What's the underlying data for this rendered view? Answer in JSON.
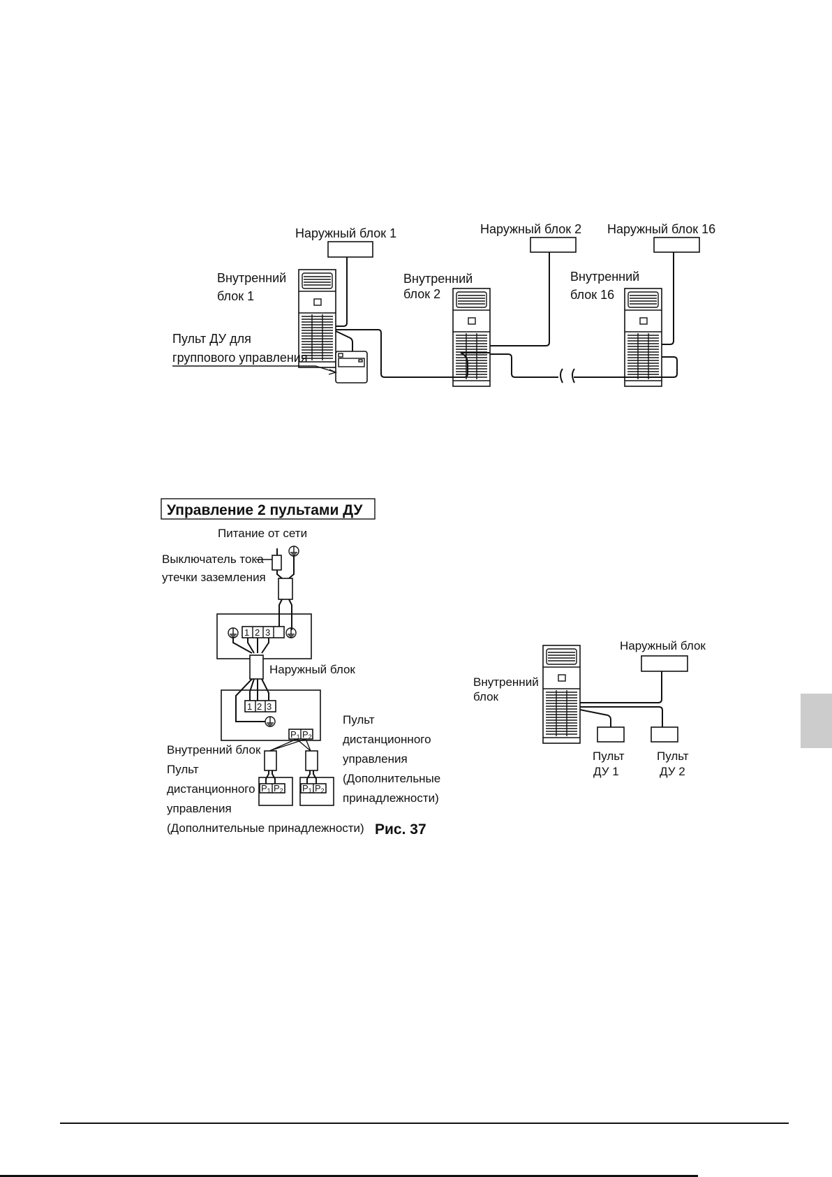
{
  "diagram_top": {
    "outdoor_labels": [
      "Наружный блок 1",
      "Наружный блок 2",
      "Наружный блок 16"
    ],
    "indoor_labels": [
      [
        "Внутренний",
        "блок 1"
      ],
      [
        "Внутренний",
        "блок 2"
      ],
      [
        "Внутренний",
        "блок 16"
      ]
    ],
    "group_remote_label": [
      "Пульт ДУ для",
      "группового управления"
    ]
  },
  "section": {
    "title": "Управление 2 пультами ДУ"
  },
  "diagram_wiring": {
    "power_label": "Питание от сети",
    "breaker_label": [
      "Выключатель тока",
      "утечки заземления"
    ],
    "outdoor_label": "Наружный блок",
    "indoor_label": "Внутренний блок",
    "terminals_outdoor": [
      "1",
      "2",
      "3",
      ""
    ],
    "terminals_indoor": [
      "1",
      "2",
      "3"
    ],
    "remote_terminals": [
      "P",
      "P"
    ],
    "remote_terminal_subscripts": [
      "1",
      "2"
    ],
    "remote_label_left": [
      "Пульт",
      "дистанционного",
      "управления",
      "(Дополнительные  принадлежности)"
    ],
    "remote_label_right": [
      "Пульт",
      "дистанционного",
      "управления",
      "(Дополнительные",
      "принадлежности)"
    ]
  },
  "diagram_simple": {
    "indoor_label": [
      "Внутренний",
      "блок"
    ],
    "outdoor_label": "Наружный блок",
    "remote_labels": [
      [
        "Пульт",
        "ДУ 1"
      ],
      [
        "Пульт",
        "ДУ 2"
      ]
    ]
  },
  "figure_caption": "Рис. 37",
  "side_tab_color": "#cccccc"
}
